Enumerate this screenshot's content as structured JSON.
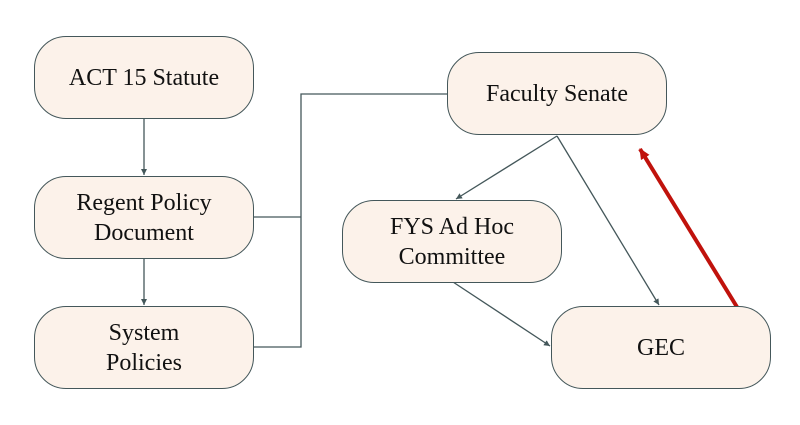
{
  "diagram": {
    "nodes": [
      {
        "id": "act15",
        "label": "ACT 15 Statute"
      },
      {
        "id": "regent",
        "label": "Regent Policy\nDocument"
      },
      {
        "id": "system",
        "label": "System\nPolicies"
      },
      {
        "id": "senate",
        "label": "Faculty Senate"
      },
      {
        "id": "fys",
        "label": "FYS Ad Hoc\nCommittee"
      },
      {
        "id": "gec",
        "label": "GEC"
      }
    ],
    "edges": [
      {
        "from": "act15",
        "to": "regent",
        "color": "#44575a"
      },
      {
        "from": "regent",
        "to": "system",
        "color": "#44575a"
      },
      {
        "from": "regent",
        "to": "senate",
        "color": "#44575a",
        "style": "bracket"
      },
      {
        "from": "system",
        "to": "senate",
        "color": "#44575a",
        "style": "bracket"
      },
      {
        "from": "senate",
        "to": "fys",
        "color": "#44575a"
      },
      {
        "from": "senate",
        "to": "gec",
        "color": "#44575a"
      },
      {
        "from": "fys",
        "to": "gec",
        "color": "#44575a"
      },
      {
        "from": "gec",
        "to": "senate",
        "color": "#c0120c",
        "emphasis": true
      }
    ],
    "colors": {
      "node_fill": "#fcf2ea",
      "node_border": "#44575a",
      "feedback_arrow": "#c0120c"
    }
  }
}
